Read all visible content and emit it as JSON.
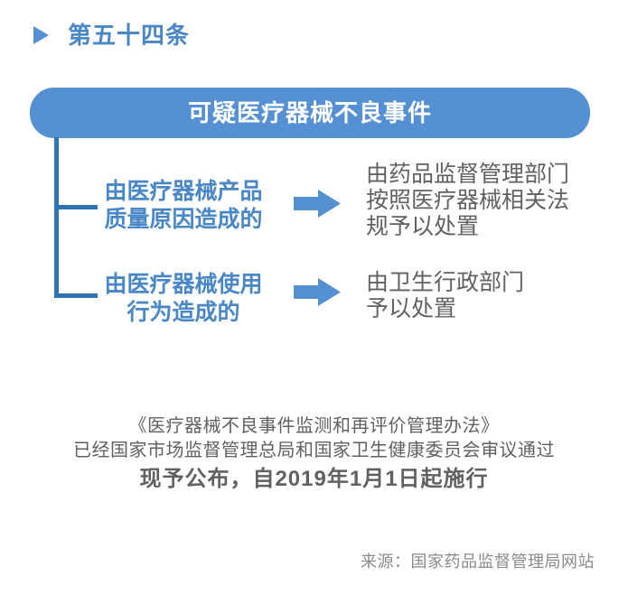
{
  "colors": {
    "accent_blue": "#5590d2",
    "connector_blue": "#2e74b5",
    "text_blue": "#4a87c6",
    "text_gray": "#616161",
    "source_gray": "#8a8a8a",
    "header_text": "#ffffff"
  },
  "title": {
    "marker_icon": "play-triangle",
    "text": "第五十四条"
  },
  "flowchart": {
    "header": "可疑医疗器械不良事件",
    "arrow_icon": "block-arrow-right",
    "branches": [
      {
        "condition": [
          "由医疗器械产品",
          "质量原因造成的"
        ],
        "result": [
          "由药品监督管理部门",
          "按照医疗器械相关法",
          "规予以处置"
        ]
      },
      {
        "condition": [
          "由医疗器械使用",
          "行为造成的"
        ],
        "result": [
          "由卫生行政部门",
          "予以处置"
        ]
      }
    ]
  },
  "footer": {
    "lines": [
      "《医疗器械不良事件监测和再评价管理办法》",
      "已经国家市场监督管理总局和国家卫生健康委员会审议通过",
      "现予公布，自2019年1月1日起施行"
    ],
    "source": "来源：国家药品监督管理局网站"
  }
}
